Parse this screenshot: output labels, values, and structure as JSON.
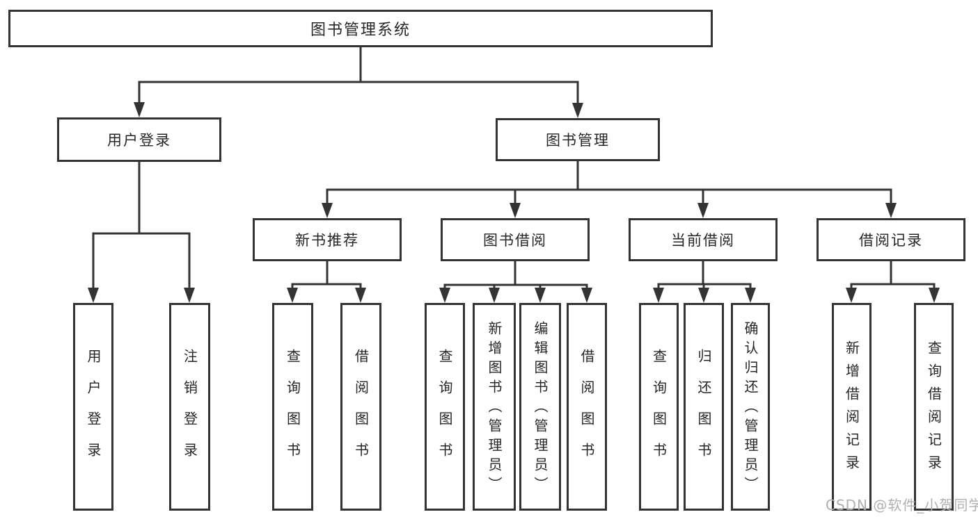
{
  "nodes": {
    "root": {
      "label": "图书管理系统"
    },
    "level2": [
      {
        "label": "用户登录"
      },
      {
        "label": "图书管理"
      }
    ],
    "level3": [
      {
        "label": "新书推荐",
        "parent": "图书管理"
      },
      {
        "label": "图书借阅",
        "parent": "图书管理"
      },
      {
        "label": "当前借阅",
        "parent": "图书管理"
      },
      {
        "label": "借阅记录",
        "parent": "图书管理"
      }
    ],
    "leaves": [
      {
        "label": "用户登录",
        "parent": "用户登录"
      },
      {
        "label": "注销登录",
        "parent": "用户登录"
      },
      {
        "label": "查询图书",
        "parent": "新书推荐"
      },
      {
        "label": "借阅图书",
        "parent": "新书推荐"
      },
      {
        "label": "查询图书",
        "parent": "图书借阅"
      },
      {
        "label": "新增图书（管理员）",
        "parent": "图书借阅"
      },
      {
        "label": "编辑图书（管理员）",
        "parent": "图书借阅"
      },
      {
        "label": "借阅图书",
        "parent": "图书借阅"
      },
      {
        "label": "查询图书",
        "parent": "当前借阅"
      },
      {
        "label": "归还图书",
        "parent": "当前借阅"
      },
      {
        "label": "确认归还（管理员）",
        "parent": "当前借阅"
      },
      {
        "label": "新增借阅记录",
        "parent": "借阅记录"
      },
      {
        "label": "查询借阅记录",
        "parent": "借阅记录"
      }
    ]
  },
  "watermark": "CSDN @软件_小贺同学",
  "colors": {
    "line": "#333333",
    "box_border": "#333333",
    "text": "#262626",
    "background": "#ffffff",
    "watermark": "#b0b0b0"
  }
}
